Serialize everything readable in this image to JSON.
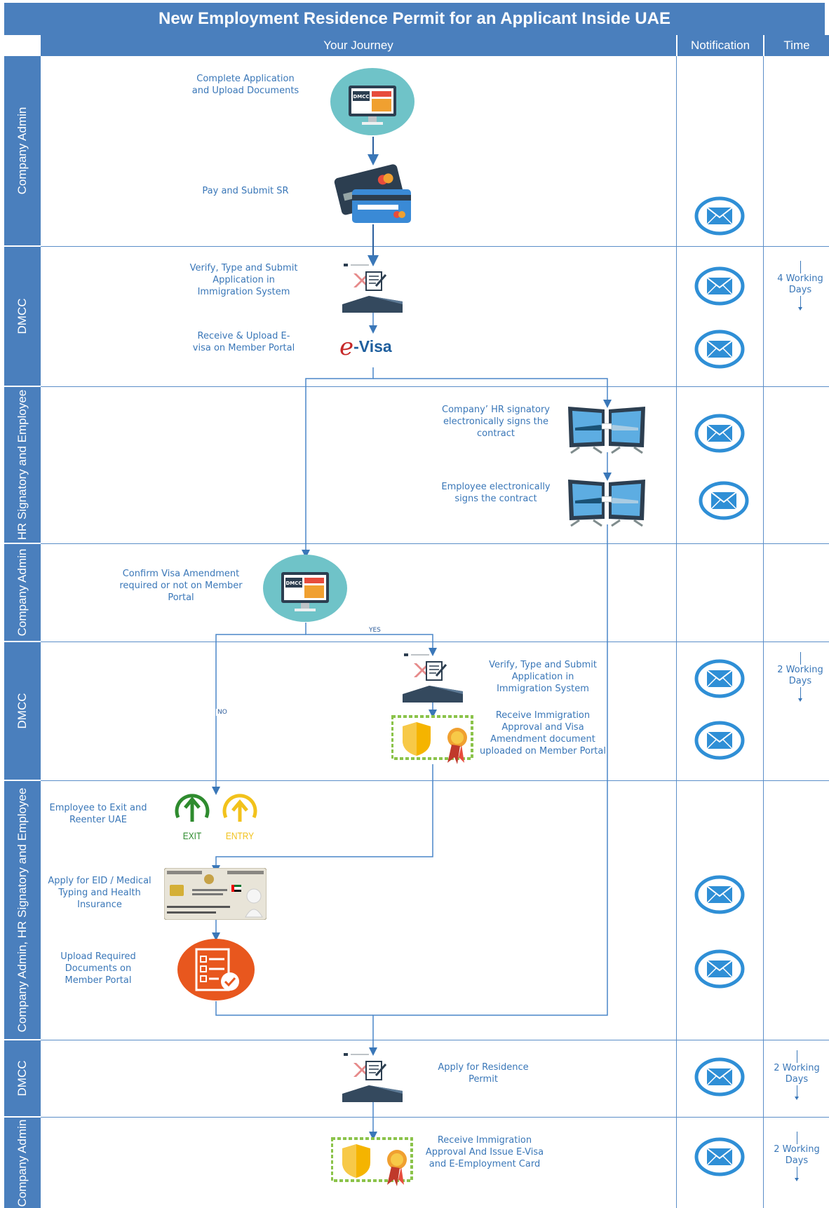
{
  "title": "New Employment Residence Permit for an Applicant Inside UAE",
  "headers": {
    "journey": "Your Journey",
    "notification": "Notification",
    "time": "Time"
  },
  "lanes": [
    "Company Admin",
    "DMCC",
    "HR Signatory and Employee",
    "Company Admin",
    "DMCC",
    "Company Admin, HR Signatory and Employee",
    "DMCC",
    "Company Admin"
  ],
  "steps": {
    "s1": "Complete Application and Upload Documents",
    "s2": "Pay and Submit SR",
    "s3": "Verify, Type and Submit Application in Immigration System",
    "s4": "Receive & Upload E-visa on Member Portal",
    "s5": "Company’ HR signatory electronically signs the contract",
    "s6": "Employee electronically signs the contract",
    "s7": "Confirm Visa Amendment required or not on Member Portal",
    "s8": "Verify, Type and Submit Application in Immigration System",
    "s9": "Receive Immigration Approval and Visa Amendment document uploaded on Member Portal",
    "s10": "Employee to Exit and Reenter UAE",
    "s11": "Apply for EID / Medical Typing and Health Insurance",
    "s12": "Upload Required Documents on Member Portal",
    "s13": "Apply for Residence Permit",
    "s14": "Receive Immigration Approval And Issue E-Visa and E-Employment Card"
  },
  "branches": {
    "yes": "YES",
    "no": "NO"
  },
  "icons": {
    "monitor_label": "DMCC",
    "evisa_e": "e",
    "evisa_text": "-Visa",
    "exit": "EXIT",
    "entry": "ENTRY"
  },
  "times": {
    "t1": "4 Working Days",
    "t2": "2 Working Days",
    "t3": "2 Working Days",
    "t4": "2 Working Days"
  },
  "colors": {
    "header_blue": "#4a7fbd",
    "text_blue": "#3a77b8",
    "teal": "#6fc3c8",
    "orange": "#e8571e",
    "exit_green": "#2e8b2e",
    "entry_yellow": "#f2c21b"
  }
}
